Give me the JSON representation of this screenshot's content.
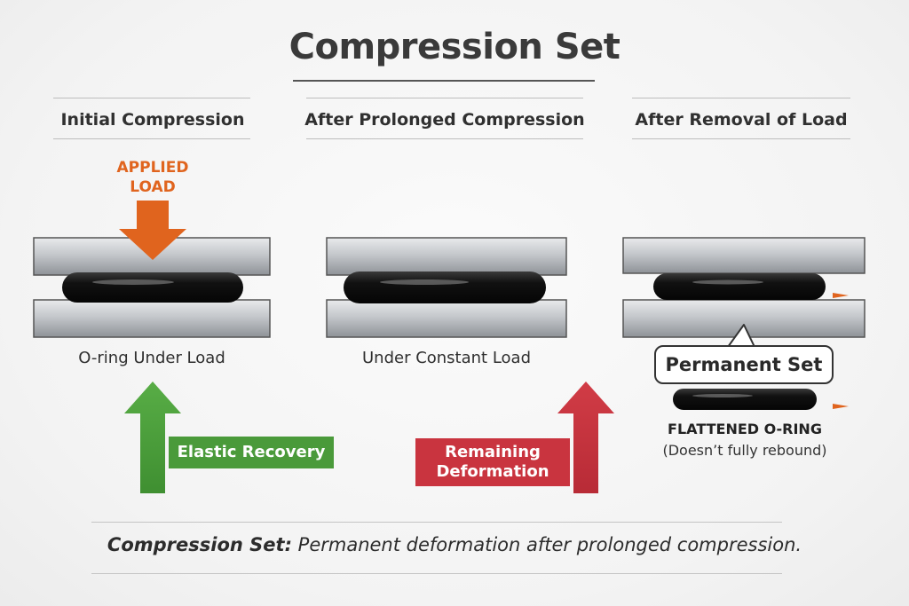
{
  "title": "Compression Set",
  "columns": [
    {
      "heading": "Initial Compression",
      "caption": "O-ring Under Load"
    },
    {
      "heading": "After Prolonged Compression",
      "caption": "Under Constant Load"
    },
    {
      "heading": "After Removal of Load"
    }
  ],
  "applied_load": "APPLIED\nLOAD",
  "elastic_recovery": "Elastic Recovery",
  "remaining_deformation": "Remaining\nDeformation",
  "permanent_set": "Permanent Set",
  "flattened_label": "FLATTENED O-RING",
  "flattened_sub": "(Doesn’t fully rebound)",
  "footer": {
    "key": "Compression Set:",
    "definition": "Permanent deformation after prolonged compression."
  },
  "colors": {
    "orange": "#e0641e",
    "green": "#4a9a3a",
    "red": "#c9343f",
    "plate": "#b9bcc0",
    "oring": "#151515"
  }
}
